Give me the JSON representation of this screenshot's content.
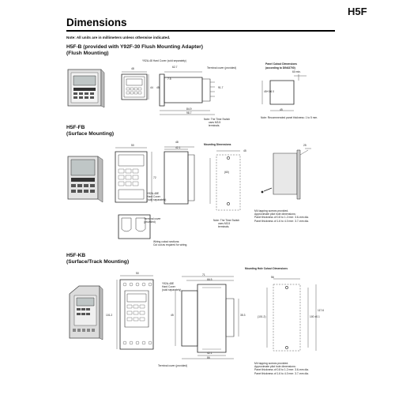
{
  "header": {
    "title": "Dimensions",
    "code": "H5F",
    "note": "Note: All units are in millimeters unless otherwise indicated."
  },
  "section_b": {
    "heading_1": "H5F-B (provided with Y92F-30 Flush Mounting Adapter)",
    "heading_2": "(Flush Mounting)",
    "hard_cover": "Y92A-48 Hard Cover (sold separately)",
    "terminal_cover": "Terminal cover (provided)",
    "panel_cutout_1": "Panel Cutout Dimensions",
    "panel_cutout_2": "(according to DIN43700)",
    "dims": {
      "w48": "48",
      "h44": "44",
      "w44": "44",
      "w627": "62.7",
      "d75": "7.5",
      "d917": "91.7",
      "d849": "84.9",
      "d987": "98.7",
      "h458": "45",
      "cut45": "45+0.6 0",
      "cut60": "60 min.",
      "w45": "45"
    },
    "note_switch_1": "Note: The Time Switch",
    "note_switch_2": "uses M3.5",
    "note_switch_3": "terminals.",
    "note_panel": "Note: Recommended panel thickness: 1 to 5 mm."
  },
  "section_fb": {
    "heading_1": "H5F-FB",
    "heading_2": "(Surface Mounting)",
    "mounting_dims": "Mounting Dimensions",
    "hard_cover_1": "Y92A-48E",
    "hard_cover_2": "Hard Cover",
    "hard_cover_3": "(sold separately)",
    "terminal_cover_1": "Terminal cover",
    "terminal_cover_2": "(provided)",
    "wiring_1": "Wiring cutout sections:",
    "wiring_2": "Cut out as required for wiring.",
    "dims": {
      "w50": "50",
      "w48": "48",
      "h72": "72",
      "w421": "42.1",
      "h45": "45",
      "h60": "(60)",
      "w25": "25"
    },
    "note_switch_1": "Note: The Time Switch",
    "note_switch_2": "uses M3.5",
    "note_switch_3": "terminals.",
    "notes": [
      "M4 tapping screws provided.",
      "Approximate pilot hole dimensions:",
      "Panel thickness of 0.8 to 1.2 mm: 3.6-mm dia.",
      "Panel thickness of 1.6 to 4.0 mm: 3.7-mm dia."
    ]
  },
  "section_kb": {
    "heading_1": "H5F-KB",
    "heading_2": "(Surface/Track Mounting)",
    "mounting_hole": "Mounting Hole Cutout Dimensions",
    "hard_cover_1": "Y92A-48E",
    "hard_cover_2": "Hard Cover",
    "hard_cover_3": "(sold separately)",
    "terminal_cover": "Terminal cover (provided)",
    "dims": {
      "w50": "50",
      "h102": "101.2",
      "w71": "71",
      "w665": "66.5",
      "w45": "45",
      "w353": "35.3",
      "d42": "42.1",
      "d86": "86",
      "h75": "(101.2)",
      "h56": "56",
      "h117": "117.6",
      "h100": "100 ±0.1"
    },
    "notes": [
      "M4 tapping screws provided.",
      "Approximate pilot hole dimensions:",
      "Panel thickness of 0.8 to 1.2 mm: 3.6-mm dia.",
      "Panel thickness of 1.6 to 4.0 mm: 3.7-mm dia."
    ]
  }
}
